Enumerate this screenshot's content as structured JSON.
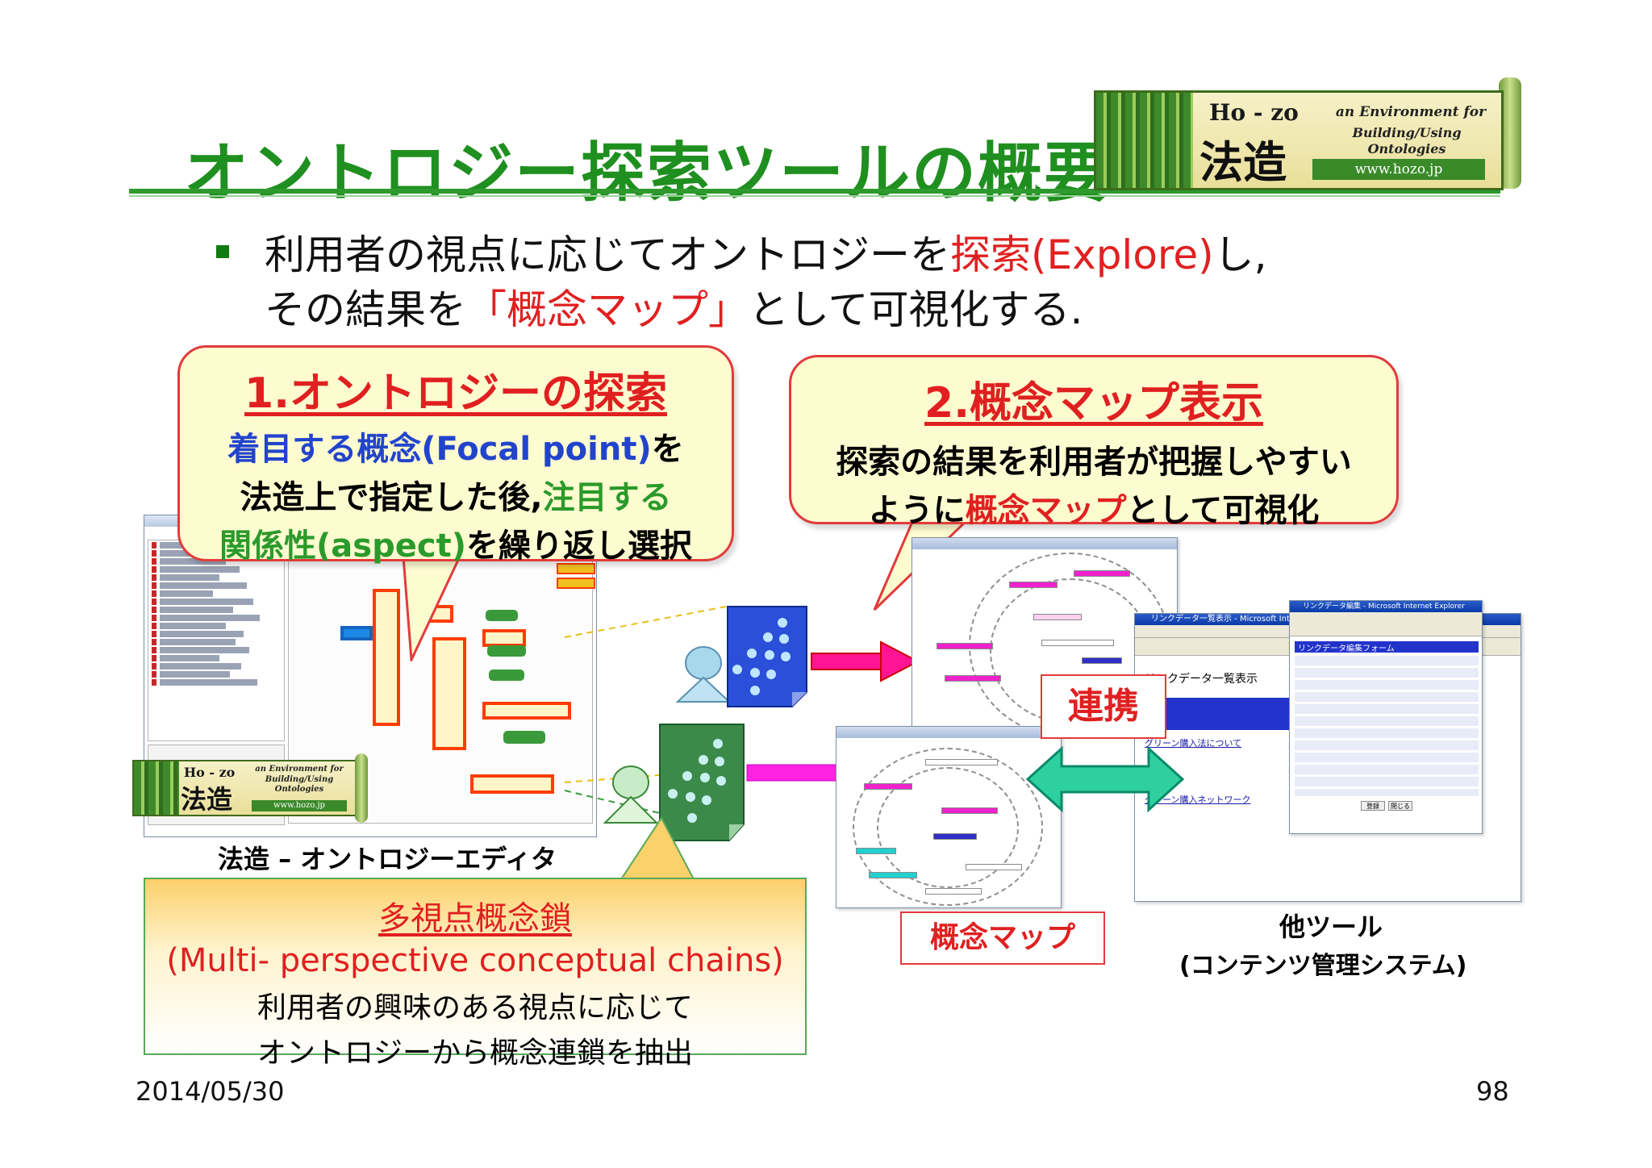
{
  "title": "オントロジー探索ツールの概要",
  "logo": {
    "name": "Ho - zo",
    "kanji": "法造",
    "tagline_1": "an Environment for",
    "tagline_2": "Building/Using Ontologies",
    "url": "www.hozo.jp"
  },
  "bullet": {
    "line1_a": "利用者の視点に応じてオントロジーを",
    "line1_red": "探索(Explore)",
    "line1_b": "し,",
    "line2_a": "その結果を",
    "line2_red": "「概念マップ」",
    "line2_b": "として可視化する."
  },
  "callout1": {
    "heading": "1.オントロジーの探索",
    "l1_blue": "着目する概念(Focal point)",
    "l1_tail": "を",
    "l2_a": "法造上で指定した後,",
    "l2_green": "注目する",
    "l3_green": "関係性(aspect)",
    "l3_tail": "を繰り返し選択"
  },
  "callout2": {
    "heading": "2.概念マップ表示",
    "l1": "探索の結果を利用者が把握しやすい",
    "l2_a": "ように",
    "l2_red": "概念マップ",
    "l2_b": "として可視化"
  },
  "editor_caption": "法造 – オントロジーエディタ",
  "renkei_label": "連携",
  "map_label": "概念マップ",
  "other_tool": {
    "line1": "他ツール",
    "line2": "(コンテンツ管理システム)"
  },
  "chains": {
    "heading": "多視点概念鎖",
    "english": "(Multi- perspective conceptual chains)",
    "l1": "利用者の興味のある視点に応じて",
    "l2": "オントロジーから概念連鎖を抽出"
  },
  "cms_window": {
    "title": "リンクデータ一覧表示 - Microsoft Internet Explorer",
    "heading": "リンクデータ一覧表示",
    "row1": "グリーン購入法について",
    "row2": "グリーン購入ネットワーク"
  },
  "cms_form": {
    "title": "リンクデータ編集 - Microsoft Internet Explorer",
    "heading": "リンクデータ編集フォーム",
    "buttons": [
      "登録",
      "閉じる"
    ]
  },
  "footer": {
    "date": "2014/05/30",
    "page": "98"
  },
  "colors": {
    "title": "#1f8f1f",
    "accent_red": "#e02020",
    "blue": "#2244cc",
    "green": "#2b9a2b"
  }
}
